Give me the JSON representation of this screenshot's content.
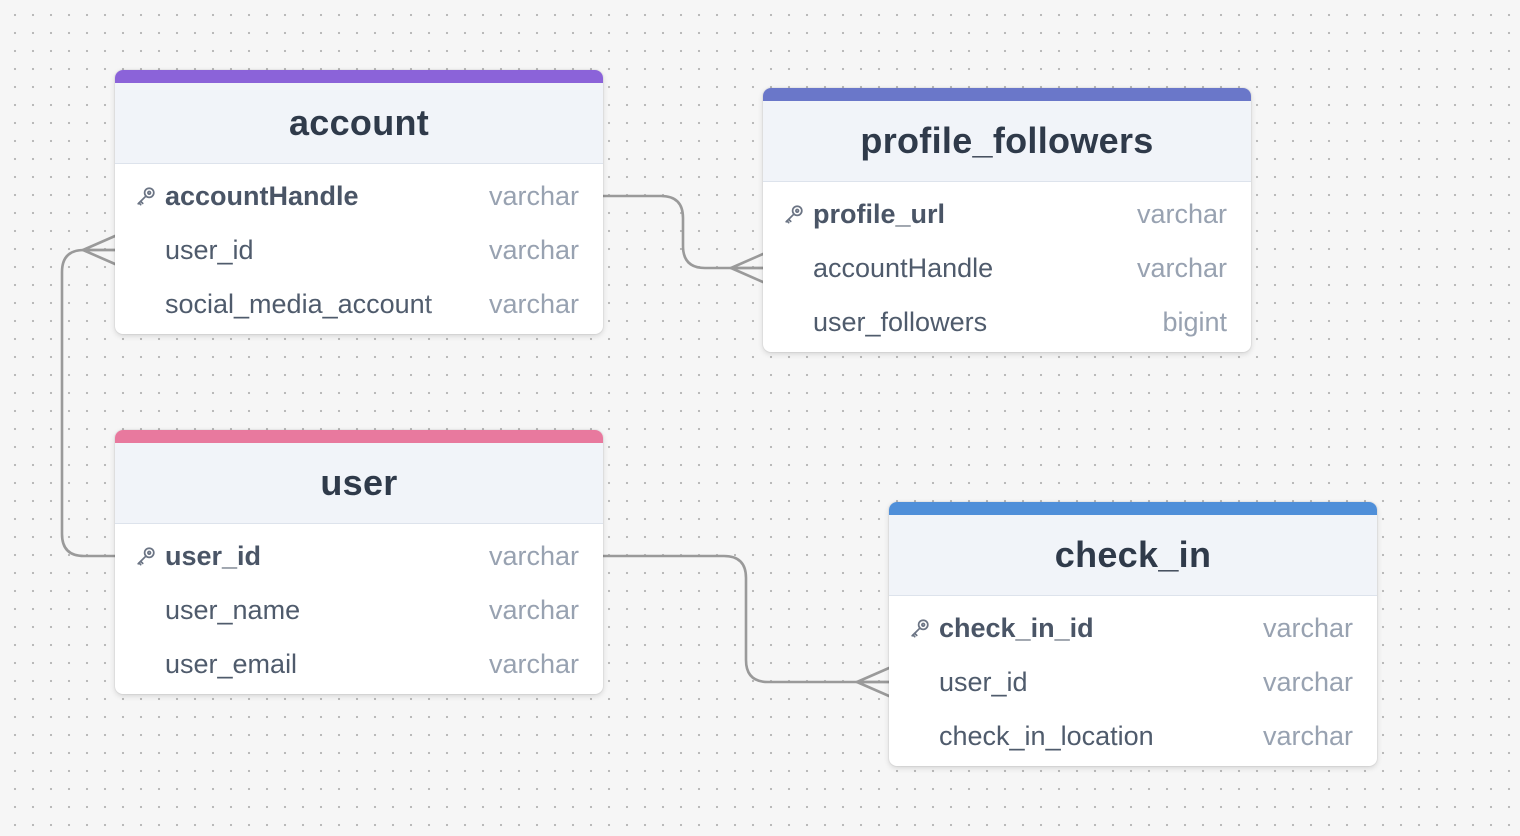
{
  "diagram": {
    "tables": [
      {
        "id": "account",
        "name": "account",
        "color": "#8b63d9",
        "columns": [
          {
            "name": "accountHandle",
            "type": "varchar",
            "pk": true
          },
          {
            "name": "user_id",
            "type": "varchar",
            "pk": false
          },
          {
            "name": "social_media_account",
            "type": "varchar",
            "pk": false
          }
        ]
      },
      {
        "id": "profile_followers",
        "name": "profile_followers",
        "color": "#6a77c9",
        "columns": [
          {
            "name": "profile_url",
            "type": "varchar",
            "pk": true
          },
          {
            "name": "accountHandle",
            "type": "varchar",
            "pk": false
          },
          {
            "name": "user_followers",
            "type": "bigint",
            "pk": false
          }
        ]
      },
      {
        "id": "user",
        "name": "user",
        "color": "#e8799e",
        "columns": [
          {
            "name": "user_id",
            "type": "varchar",
            "pk": true
          },
          {
            "name": "user_name",
            "type": "varchar",
            "pk": false
          },
          {
            "name": "user_email",
            "type": "varchar",
            "pk": false
          }
        ]
      },
      {
        "id": "check_in",
        "name": "check_in",
        "color": "#4f8fd9",
        "columns": [
          {
            "name": "check_in_id",
            "type": "varchar",
            "pk": true
          },
          {
            "name": "user_id",
            "type": "varchar",
            "pk": false
          },
          {
            "name": "check_in_location",
            "type": "varchar",
            "pk": false
          }
        ]
      }
    ],
    "relationships": [
      {
        "from": {
          "table": "account",
          "column": "accountHandle"
        },
        "to": {
          "table": "profile_followers",
          "column": "accountHandle"
        },
        "to_cardinality": "many"
      },
      {
        "from": {
          "table": "user",
          "column": "user_id"
        },
        "to": {
          "table": "account",
          "column": "user_id"
        },
        "to_cardinality": "many"
      },
      {
        "from": {
          "table": "user",
          "column": "user_id"
        },
        "to": {
          "table": "check_in",
          "column": "user_id"
        },
        "to_cardinality": "many"
      }
    ],
    "icons": {
      "primary_key": "key-icon"
    },
    "colors": {
      "edge": "#9a9a9a",
      "header_bg": "#f1f4f9",
      "title": "#2f3a4a",
      "type_text": "#98a2b1"
    }
  }
}
